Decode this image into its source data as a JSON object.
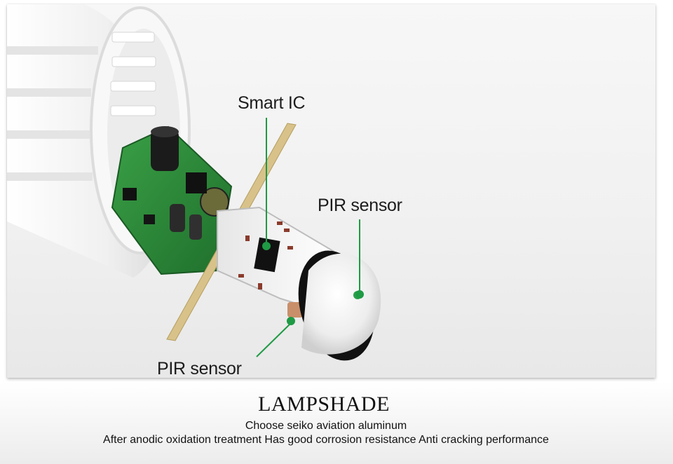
{
  "photo": {
    "labels": {
      "smart_ic": "Smart IC",
      "pir_sensor_top": "PIR sensor",
      "pir_sensor_bottom": "PIR sensor"
    },
    "leader_color": "#1f9a45"
  },
  "section": {
    "title": "LAMPSHADE",
    "line1": "Choose seiko aviation aluminum",
    "line2": "After anodic oxidation treatment Has good corrosion resistance Anti cracking performance"
  },
  "colors": {
    "pcb_green": "#2f8a3a",
    "lens_white": "#f2f2f2",
    "background": "#ffffff"
  }
}
